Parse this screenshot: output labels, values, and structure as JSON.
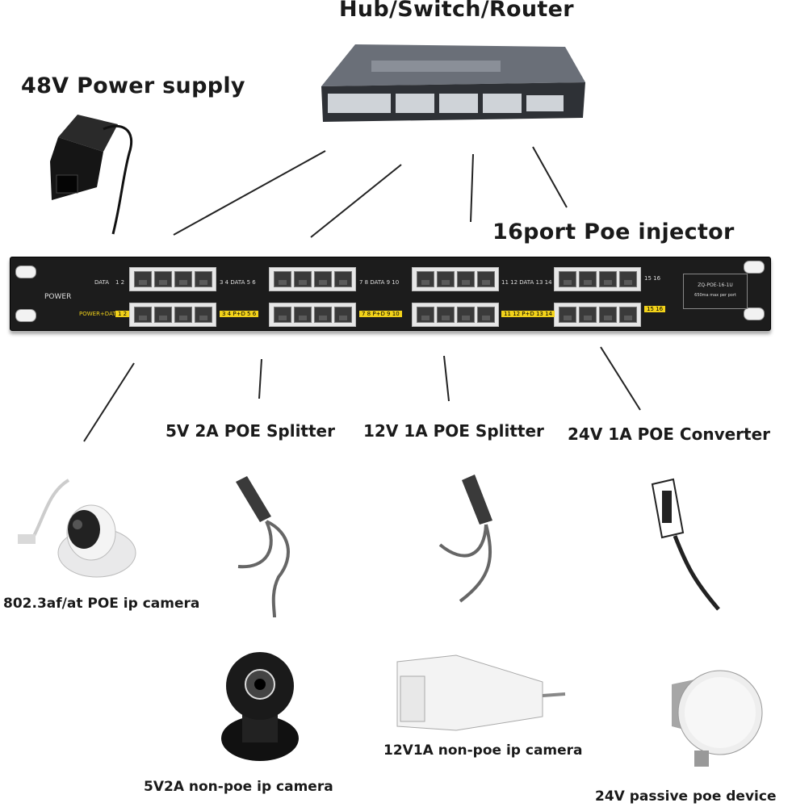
{
  "labels": {
    "switch": "Hub/Switch/Router",
    "power_supply": "48V Power supply",
    "injector": "16port  Poe injector",
    "splitter_5v": "5V 2A POE Splitter",
    "splitter_12v": "12V 1A POE Splitter",
    "converter_24v": "24V 1A POE Converter",
    "poe_camera": "802.3af/at POE ip camera",
    "camera_5v": "5V2A non-poe ip camera",
    "camera_12v": "12V1A non-poe ip camera",
    "passive_device": "24V passive poe device"
  },
  "panel": {
    "power": "POWER",
    "data": "DATA",
    "power_data": "POWER+DATA",
    "model": "ZQ-POE-16-1U",
    "rating": "650ma max per port",
    "top_groups": [
      "1  2",
      "3  4  DATA  5  6",
      "7  8  DATA  9  10",
      "11  12  DATA  13  14",
      "15  16"
    ],
    "bottom_groups": [
      "1  2",
      "3  4   P+D   5  6",
      "7  8   P+D   9  10",
      "11  12   P+D   13  14",
      "15  16"
    ]
  },
  "colors": {
    "text": "#1a1a1a",
    "panel": "#1c1c1c",
    "port_label": "#f2d21a"
  }
}
